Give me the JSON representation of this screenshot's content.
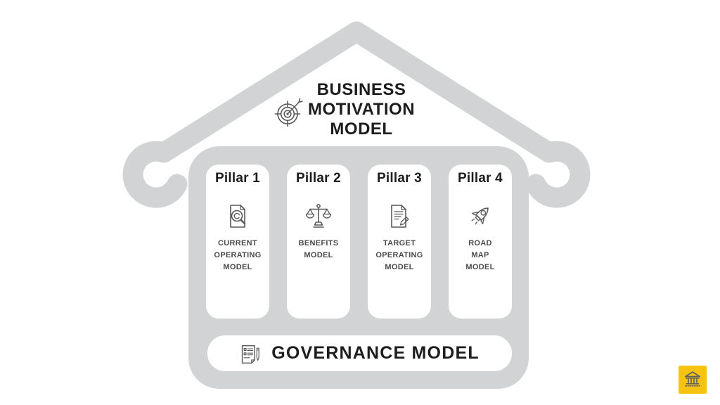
{
  "colors": {
    "background": "#ffffff",
    "structure": "#d2d3d5",
    "card": "#ffffff",
    "title_text": "#1d1d1f",
    "label_text": "#4a4a4c",
    "icon_stroke": "#58595b",
    "corner_button_bg": "#f6c410",
    "corner_icon": "#5f6062"
  },
  "roof": {
    "icon": "target-arrow-icon",
    "title_lines": [
      "BUSINESS",
      "MOTIVATION",
      "MODEL"
    ]
  },
  "pillars": [
    {
      "title": "Pillar 1",
      "icon": "magnifier-document-icon",
      "label_lines": [
        "CURRENT",
        "OPERATING",
        "MODEL"
      ]
    },
    {
      "title": "Pillar 2",
      "icon": "balance-scale-icon",
      "label_lines": [
        "BENEFITS",
        "MODEL"
      ]
    },
    {
      "title": "Pillar 3",
      "icon": "document-pencil-icon",
      "label_lines": [
        "TARGET",
        "OPERATING",
        "MODEL"
      ]
    },
    {
      "title": "Pillar 4",
      "icon": "rocket-icon",
      "label_lines": [
        "ROAD",
        "MAP",
        "MODEL"
      ]
    }
  ],
  "foundation": {
    "icon": "document-pen-icon",
    "label": "GOVERNANCE MODEL"
  },
  "corner_button": {
    "icon": "bank-icon"
  }
}
